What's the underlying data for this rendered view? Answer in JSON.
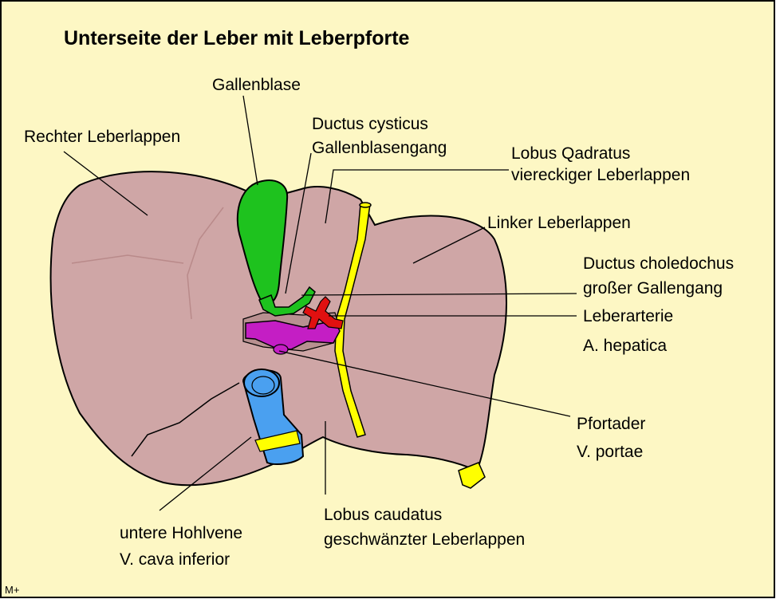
{
  "title": "Unterseite der Leber mit Leberpforte",
  "labels": {
    "gallenblase": "Gallenblase",
    "rechter": "Rechter Leberlappen",
    "cysticus_1": "Ductus cysticus",
    "cysticus_2": "Gallenblasengang",
    "quadratus_1": "Lobus Qadratus",
    "quadratus_2": "viereckiger Leberlappen",
    "linker": "Linker Leberlappen",
    "choledochus_1": "Ductus choledochus",
    "choledochus_2": "großer Gallengang",
    "arterie_1": "Leberarterie",
    "arterie_2": "A. hepatica",
    "pfortader_1": "Pfortader",
    "pfortader_2": "V. portae",
    "caudatus_1": "Lobus caudatus",
    "caudatus_2": "geschwänzter Leberlappen",
    "hohlvene_1": "untere Hohlvene",
    "hohlvene_2": "V. cava inferior"
  },
  "corner_mark": "M+",
  "colors": {
    "background": "#fdf7c4",
    "liver": "#cfa6a6",
    "gallbladder": "#1ec21e",
    "ligament": "#ffff00",
    "artery": "#e01010",
    "portal_vein": "#c41ec4",
    "vena_cava": "#4aa0f0"
  }
}
